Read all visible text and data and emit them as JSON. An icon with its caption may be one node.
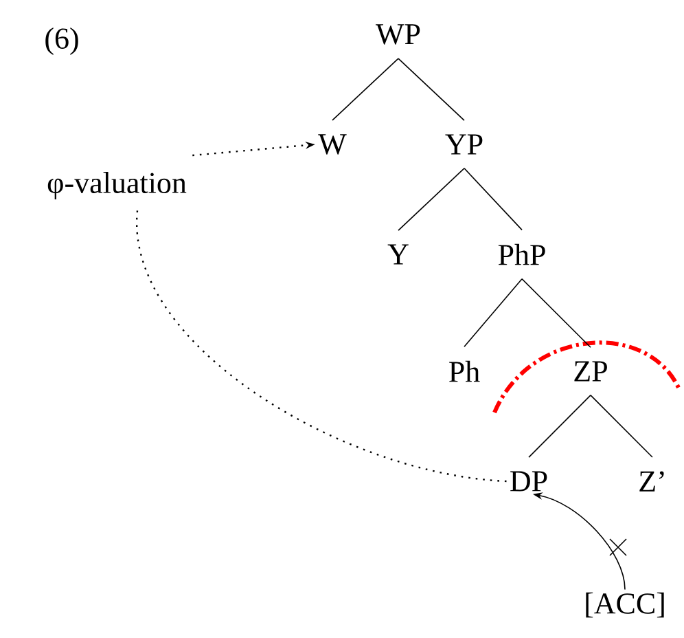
{
  "diagram": {
    "nodes": [
      {
        "text": [
          "WP"
        ]
      },
      {
        "text": [
          "W"
        ]
      },
      {
        "text": [
          "YP"
        ]
      },
      {
        "text": [
          "φ-valuation"
        ]
      },
      {
        "text": [
          "Y"
        ]
      },
      {
        "text": [
          "PhP"
        ]
      },
      {
        "text": [
          "Ph"
        ]
      },
      {
        "text": [
          "ZP"
        ]
      },
      {
        "text": [
          "DP"
        ]
      },
      {
        "text": [
          "Z’"
        ]
      },
      {
        "text": [
          "[ACC]"
        ]
      }
    ],
    "edges": [
      {
        "from": 0,
        "to": 1,
        "arrow": "none"
      },
      {
        "from": 0,
        "to": 2,
        "arrow": "none"
      },
      {
        "from": 2,
        "to": 4,
        "arrow": "none"
      },
      {
        "from": 2,
        "to": 5,
        "arrow": "none"
      },
      {
        "from": 5,
        "to": 6,
        "arrow": "none"
      },
      {
        "from": 5,
        "to": 7,
        "arrow": "none"
      },
      {
        "from": 7,
        "to": 8,
        "arrow": "none"
      },
      {
        "from": 7,
        "to": 9,
        "arrow": "none"
      },
      {
        "from": 3,
        "to": 1,
        "arrow": "to",
        "style": "dashed"
      },
      {
        "from": 8,
        "to": 3,
        "arrow": "none",
        "style": "dashed"
      },
      {
        "from": 10,
        "to": 8,
        "arrow": "to"
      }
    ],
    "labels": [
      "(6)"
    ]
  }
}
